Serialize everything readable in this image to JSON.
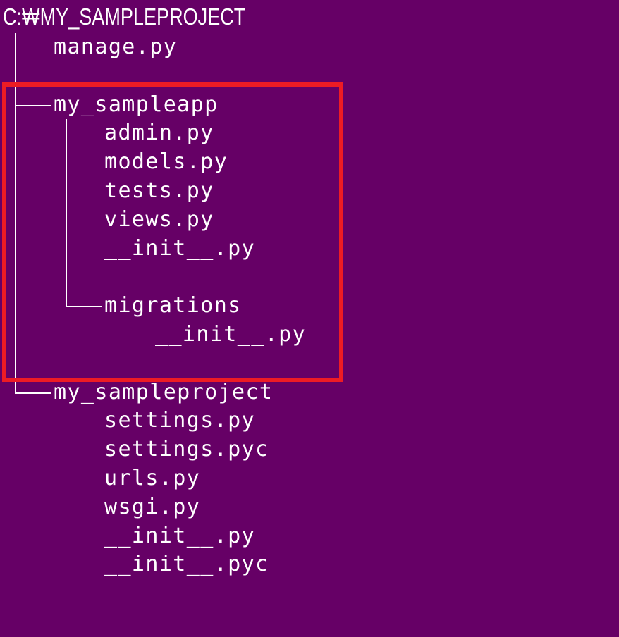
{
  "terminal": {
    "background": "#660066",
    "text_color": "#ffffff",
    "highlight_color": "#ed1c24"
  },
  "tree": {
    "root": "C:\\MY_SAMPLEPROJECT",
    "root_display": "C:₩MY_SAMPLEPROJECT",
    "items": [
      "manage.py",
      "my_sampleapp",
      "admin.py",
      "models.py",
      "tests.py",
      "views.py",
      "__init__.py",
      "migrations",
      "__init__.py",
      "my_sampleproject",
      "settings.py",
      "settings.pyc",
      "urls.py",
      "wsgi.py",
      "__init__.py",
      "__init__.pyc"
    ]
  }
}
